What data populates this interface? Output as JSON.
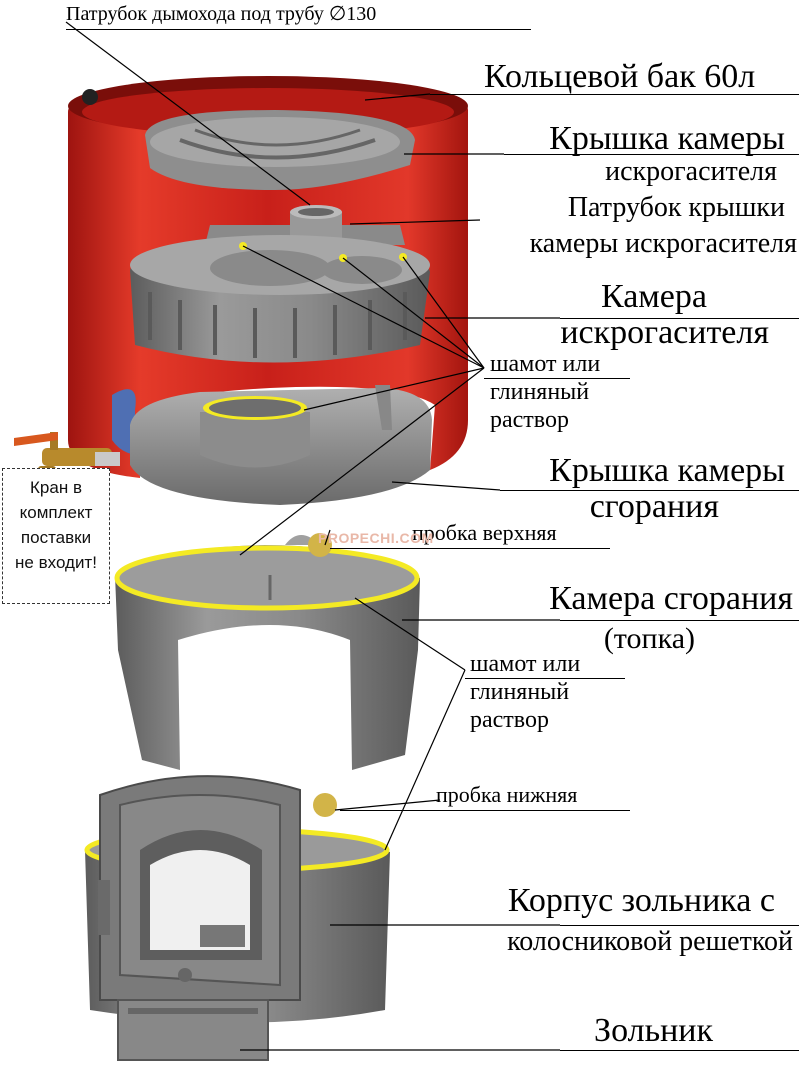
{
  "labels": {
    "flue_pipe": "Патрубок дымохода под трубу ∅130",
    "ring_tank": "Кольцевой бак 60л",
    "spark_lid_1": "Крышка камеры",
    "spark_lid_2": "искрогасителя",
    "spark_pipe_1": "Патрубок крышки",
    "spark_pipe_2": "камеры искрогасителя",
    "spark_chamber_1": "Камера",
    "spark_chamber_2": "искрогасителя",
    "chamotte_1a": "шамот или",
    "chamotte_1b": "глиняный",
    "chamotte_1c": "раствор",
    "comb_lid_1": "Крышка камеры",
    "comb_lid_2": "сгорания",
    "plug_top": "пробка верхняя",
    "comb_chamber_1": "Камера сгорания",
    "comb_chamber_2": "(топка)",
    "chamotte_2a": "шамот или",
    "chamotte_2b": "глиняный",
    "chamotte_2c": "раствор",
    "plug_bottom": "пробка нижняя",
    "ash_body_1": "Корпус зольника с",
    "ash_body_2": "колосниковой решеткой",
    "ash_drawer": "Зольник"
  },
  "note": {
    "line1": "Кран в",
    "line2": "комплект",
    "line3": "поставки",
    "line4": "не входит!"
  },
  "watermark": "PROPECHI.COM",
  "colors": {
    "tank_red": "#d0241e",
    "iron_gray": "#7d7d7d",
    "sealant_yellow": "#f4ea24",
    "valve_orange": "#d8581e",
    "brass": "#b88a2c"
  }
}
